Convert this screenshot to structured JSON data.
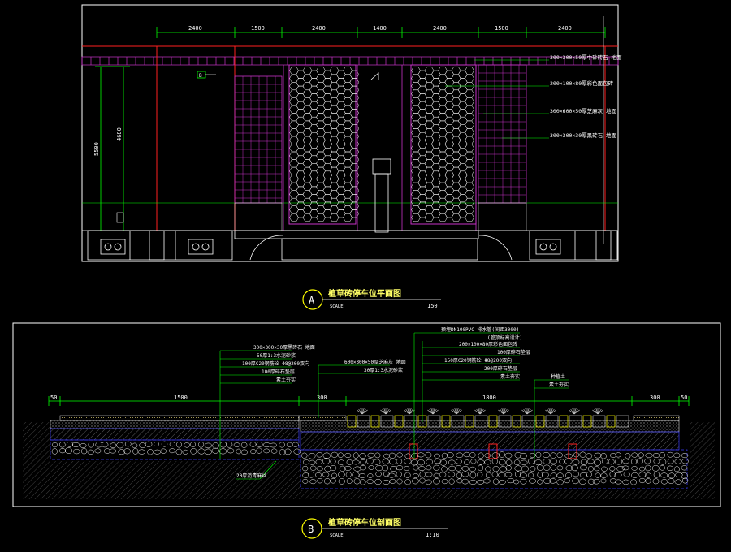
{
  "colors": {
    "background": "#000000",
    "frame": "#ffffff",
    "dimension": "#00ff00",
    "red": "#ff2020",
    "magenta": "#c832c8",
    "label": "#ffffff",
    "title_text": "#ffff66",
    "marker": "#ffff00",
    "blue": "#3c3cff",
    "scale_text": "#ffffff"
  },
  "plan": {
    "dims_top": [
      "2400",
      "1500",
      "2400",
      "1400",
      "2400",
      "1500",
      "2400"
    ],
    "dims_left": [
      "5500",
      "4680"
    ],
    "small_tag": "B",
    "callouts": [
      "300×300×50厚中砂砖石 地面",
      "200×100×80厚彩色面包砖",
      "300×600×50厚芝麻灰 地面",
      "300×300×30厚黑砖石 地面"
    ],
    "title": {
      "marker": "A",
      "name": "植草砖停车位平面图",
      "scale_label": "SCALE",
      "scale_value": "150"
    }
  },
  "section": {
    "dims": [
      "50",
      "1500",
      "300",
      "1800",
      "300",
      "50"
    ],
    "callouts_left": [
      "300×300×30厚黑砖石 地面",
      "50厚1:3水泥砂浆",
      "100厚C20钢筋砼 Φ8@200双向",
      "100厚碎石垫层",
      "素土夯实"
    ],
    "callouts_mid": [
      "600×300×50厚芝麻灰 地面",
      "30厚1:3水泥砂浆"
    ],
    "callouts_right": [
      "预埋DN100PVC 排水管(间距3000)",
      "(管顶标高设计)",
      "200×100×80厚彩色面包砖",
      "100厚碎石垫层",
      "150厚C20钢筋砼 Φ8@200双向",
      "200厚碎石垫层",
      "素土夯实"
    ],
    "callouts_far": [
      "种植土",
      "素土夯实"
    ],
    "bottom_note": "20厚沥青麻丝",
    "title": {
      "marker": "B",
      "name": "植草砖停车位剖面图",
      "scale_label": "SCALE",
      "scale_value": "1:10"
    }
  }
}
